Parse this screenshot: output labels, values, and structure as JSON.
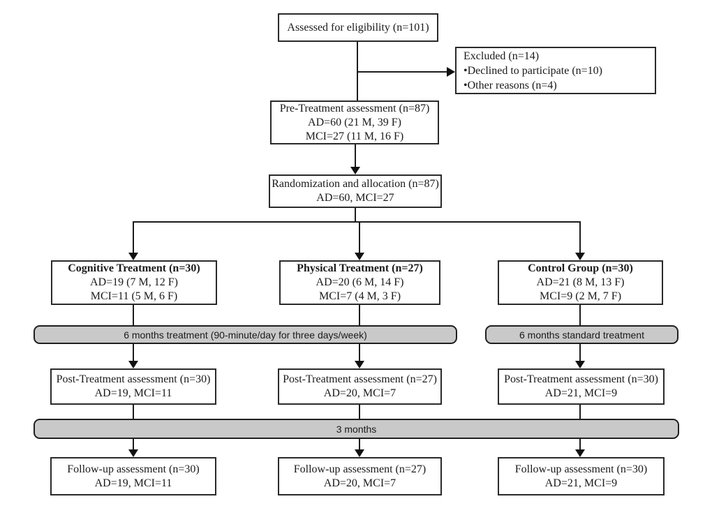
{
  "colors": {
    "line": "#1c1c1c",
    "box_border": "#2a2a2a",
    "box_bg": "#ffffff",
    "bar_bg": "#c9c9c9",
    "text": "#1a1a1a"
  },
  "flowchart": {
    "assessed": {
      "line1": "Assessed for eligibility (n=101)"
    },
    "excluded": {
      "line1": "Excluded  (n=14)",
      "line2": "•Declined to participate (n=10)",
      "line3": "•Other reasons (n=4)"
    },
    "pre_treatment": {
      "line1": "Pre-Treatment assessment  (n=87)",
      "line2": "AD=60 (21 M, 39 F)",
      "line3": "MCI=27 (11 M, 16 F)"
    },
    "randomization": {
      "line1": "Randomization and allocation (n=87)",
      "line2": "AD=60, MCI=27"
    },
    "cognitive": {
      "title": "Cognitive Treatment (n=30)",
      "line2": "AD=19 (7 M, 12 F)",
      "line3": "MCI=11 (5 M, 6 F)"
    },
    "physical": {
      "title": "Physical Treatment (n=27)",
      "line2": "AD=20 (6 M, 14 F)",
      "line3": "MCI=7 (4 M, 3 F)"
    },
    "control": {
      "title": "Control Group (n=30)",
      "line2": "AD=21 (8 M, 13 F)",
      "line3": "MCI=9 (2 M, 7 F)"
    },
    "treatment_bar": {
      "label": "6 months treatment (90-minute/day for three days/week)"
    },
    "standard_bar": {
      "label": "6 months standard treatment"
    },
    "post_cognitive": {
      "line1": "Post-Treatment assessment (n=30)",
      "line2": "AD=19, MCI=11"
    },
    "post_physical": {
      "line1": "Post-Treatment assessment (n=27)",
      "line2": "AD=20, MCI=7"
    },
    "post_control": {
      "line1": "Post-Treatment assessment (n=30)",
      "line2": "AD=21, MCI=9"
    },
    "followup_bar": {
      "label": "3 months"
    },
    "follow_cognitive": {
      "line1": "Follow-up assessment (n=30)",
      "line2": "AD=19, MCI=11"
    },
    "follow_physical": {
      "line1": "Follow-up assessment (n=27)",
      "line2": "AD=20, MCI=7"
    },
    "follow_control": {
      "line1": "Follow-up assessment (n=30)",
      "line2": "AD=21, MCI=9"
    }
  }
}
